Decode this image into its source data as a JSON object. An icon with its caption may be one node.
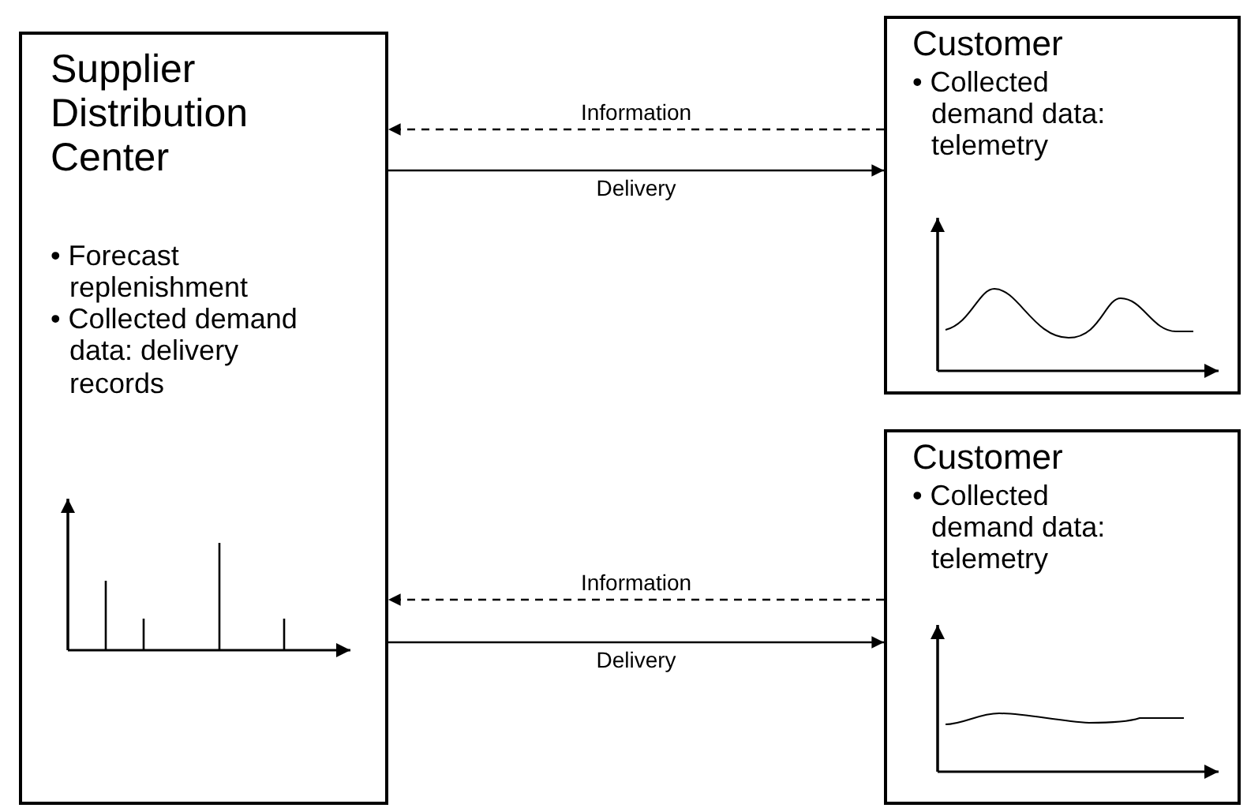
{
  "diagram": {
    "nodes": [
      {
        "text": [
          "Supplier Distribution Center",
          "• Forecast replenishment",
          "• Collected demand data: delivery records"
        ]
      },
      {
        "text": [
          "Customer",
          "• Collected demand data: telemetry"
        ]
      },
      {
        "text": [
          "Customer",
          "• Collected demand data: telemetry"
        ]
      }
    ],
    "edges": [
      {
        "from": 1,
        "to": 0,
        "arrow": "to",
        "label": "Information",
        "style": "dashed"
      },
      {
        "from": 0,
        "to": 1,
        "arrow": "to",
        "label": "Delivery"
      },
      {
        "from": 2,
        "to": 0,
        "arrow": "to",
        "label": "Information",
        "style": "dashed"
      },
      {
        "from": 0,
        "to": 2,
        "arrow": "to",
        "label": "Delivery"
      }
    ]
  }
}
